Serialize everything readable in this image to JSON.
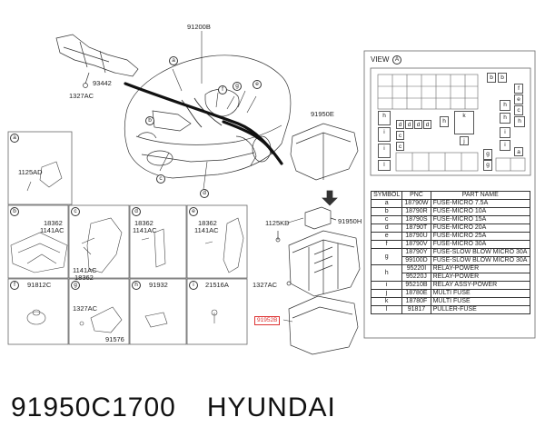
{
  "caption": {
    "part_number": "91950C1700",
    "brand": "HYUNDAI"
  },
  "main": {
    "labels": {
      "l91200B": "91200B",
      "l93442": "93442",
      "l1327AC_top": "1327AC",
      "l91950E": "91950E",
      "l1125KD": "1125KD",
      "l91950H": "91950H",
      "l1327AC_mid": "1327AC",
      "l91952B": "91952B"
    },
    "callouts": [
      "a",
      "b",
      "c",
      "d",
      "e",
      "f",
      "g"
    ]
  },
  "grid": {
    "panels": [
      {
        "letter": "a",
        "labels": [
          "1125AD"
        ]
      },
      {
        "letter": "b",
        "labels": [
          "18362",
          "1141AC"
        ]
      },
      {
        "letter": "c",
        "labels": [
          "1141AC",
          "18362"
        ]
      },
      {
        "letter": "d",
        "labels": [
          "18362",
          "1141AC"
        ]
      },
      {
        "letter": "e",
        "labels": [
          "18362",
          "1141AC"
        ]
      },
      {
        "letter": "f",
        "labels": [
          "91812C"
        ]
      },
      {
        "letter": "g",
        "labels": [
          "1327AC",
          "91576"
        ]
      },
      {
        "letter": "h",
        "labels": [
          "91932"
        ]
      },
      {
        "letter": "i",
        "labels": [
          "21516A"
        ]
      }
    ]
  },
  "view": {
    "title": "VIEW",
    "title_letter": "A",
    "cells": {
      "b": "b",
      "h": "h",
      "i": "i",
      "l": "l",
      "j": "j",
      "k": "k",
      "d": "d",
      "f": "f",
      "c": "c",
      "g": "g",
      "a": "a",
      "e": "e"
    }
  },
  "table": {
    "headers": [
      "SYMBOL",
      "PNC",
      "PART NAME"
    ],
    "rows": [
      {
        "symbol": "a",
        "pnc": "18790W",
        "name": "FUSE-MICRO 7.5A"
      },
      {
        "symbol": "b",
        "pnc": "18790R",
        "name": "FUSE-MICRO 10A"
      },
      {
        "symbol": "c",
        "pnc": "18790S",
        "name": "FUSE-MICRO 15A"
      },
      {
        "symbol": "d",
        "pnc": "18790T",
        "name": "FUSE-MICRO 20A"
      },
      {
        "symbol": "e",
        "pnc": "18790U",
        "name": "FUSE-MICRO 25A"
      },
      {
        "symbol": "f",
        "pnc": "18790V",
        "name": "FUSE-MICRO 30A"
      },
      {
        "symbol": "g",
        "pnc": "18790Y",
        "name": "FUSE-SLOW BLOW MICRO 30A",
        "pnc2": "99100D",
        "name2": "FUSE-SLOW BLOW MICRO 30A"
      },
      {
        "symbol": "h",
        "pnc": "95220I",
        "name": "RELAY-POWER",
        "pnc2": "95220J",
        "name2": "RELAY-POWER"
      },
      {
        "symbol": "i",
        "pnc": "95210B",
        "name": "RELAY ASSY-POWER"
      },
      {
        "symbol": "j",
        "pnc": "18780E",
        "name": "MULTI FUSE"
      },
      {
        "symbol": "k",
        "pnc": "18780F",
        "name": "MULTI FUSE"
      },
      {
        "symbol": "l",
        "pnc": "91817",
        "name": "PULLER-FUSE"
      }
    ]
  }
}
